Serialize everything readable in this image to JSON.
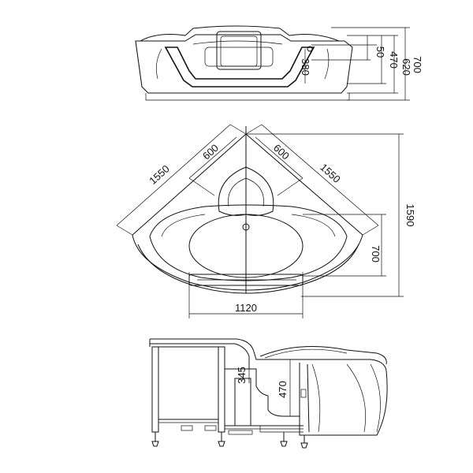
{
  "views": {
    "front": {
      "dims": {
        "seat_height": "50",
        "inner_depth": "470",
        "rim_height": "620",
        "total_height": "700",
        "window_height": "380"
      }
    },
    "top": {
      "dims": {
        "side_left": "1550",
        "side_right": "1550",
        "back_left": "600",
        "back_right": "600",
        "width": "1590",
        "bowl_depth": "700",
        "front_width": "1120"
      }
    },
    "section": {
      "dims": {
        "step_height": "345",
        "depth": "470"
      }
    }
  },
  "colors": {
    "line": "#111111",
    "background": "#ffffff"
  }
}
